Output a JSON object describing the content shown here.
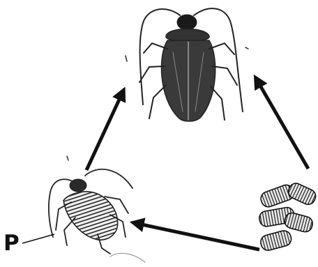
{
  "diagram": {
    "label_p": "P",
    "stages": [
      {
        "name": "adult"
      },
      {
        "name": "nymph"
      },
      {
        "name": "egg-capsules"
      }
    ],
    "cycle_arrows": [
      {
        "from": "egg-capsules",
        "to": "nymph"
      },
      {
        "from": "nymph",
        "to": "adult"
      },
      {
        "from": "egg-capsules",
        "to": "adult"
      }
    ],
    "ink_color": "#111111"
  }
}
